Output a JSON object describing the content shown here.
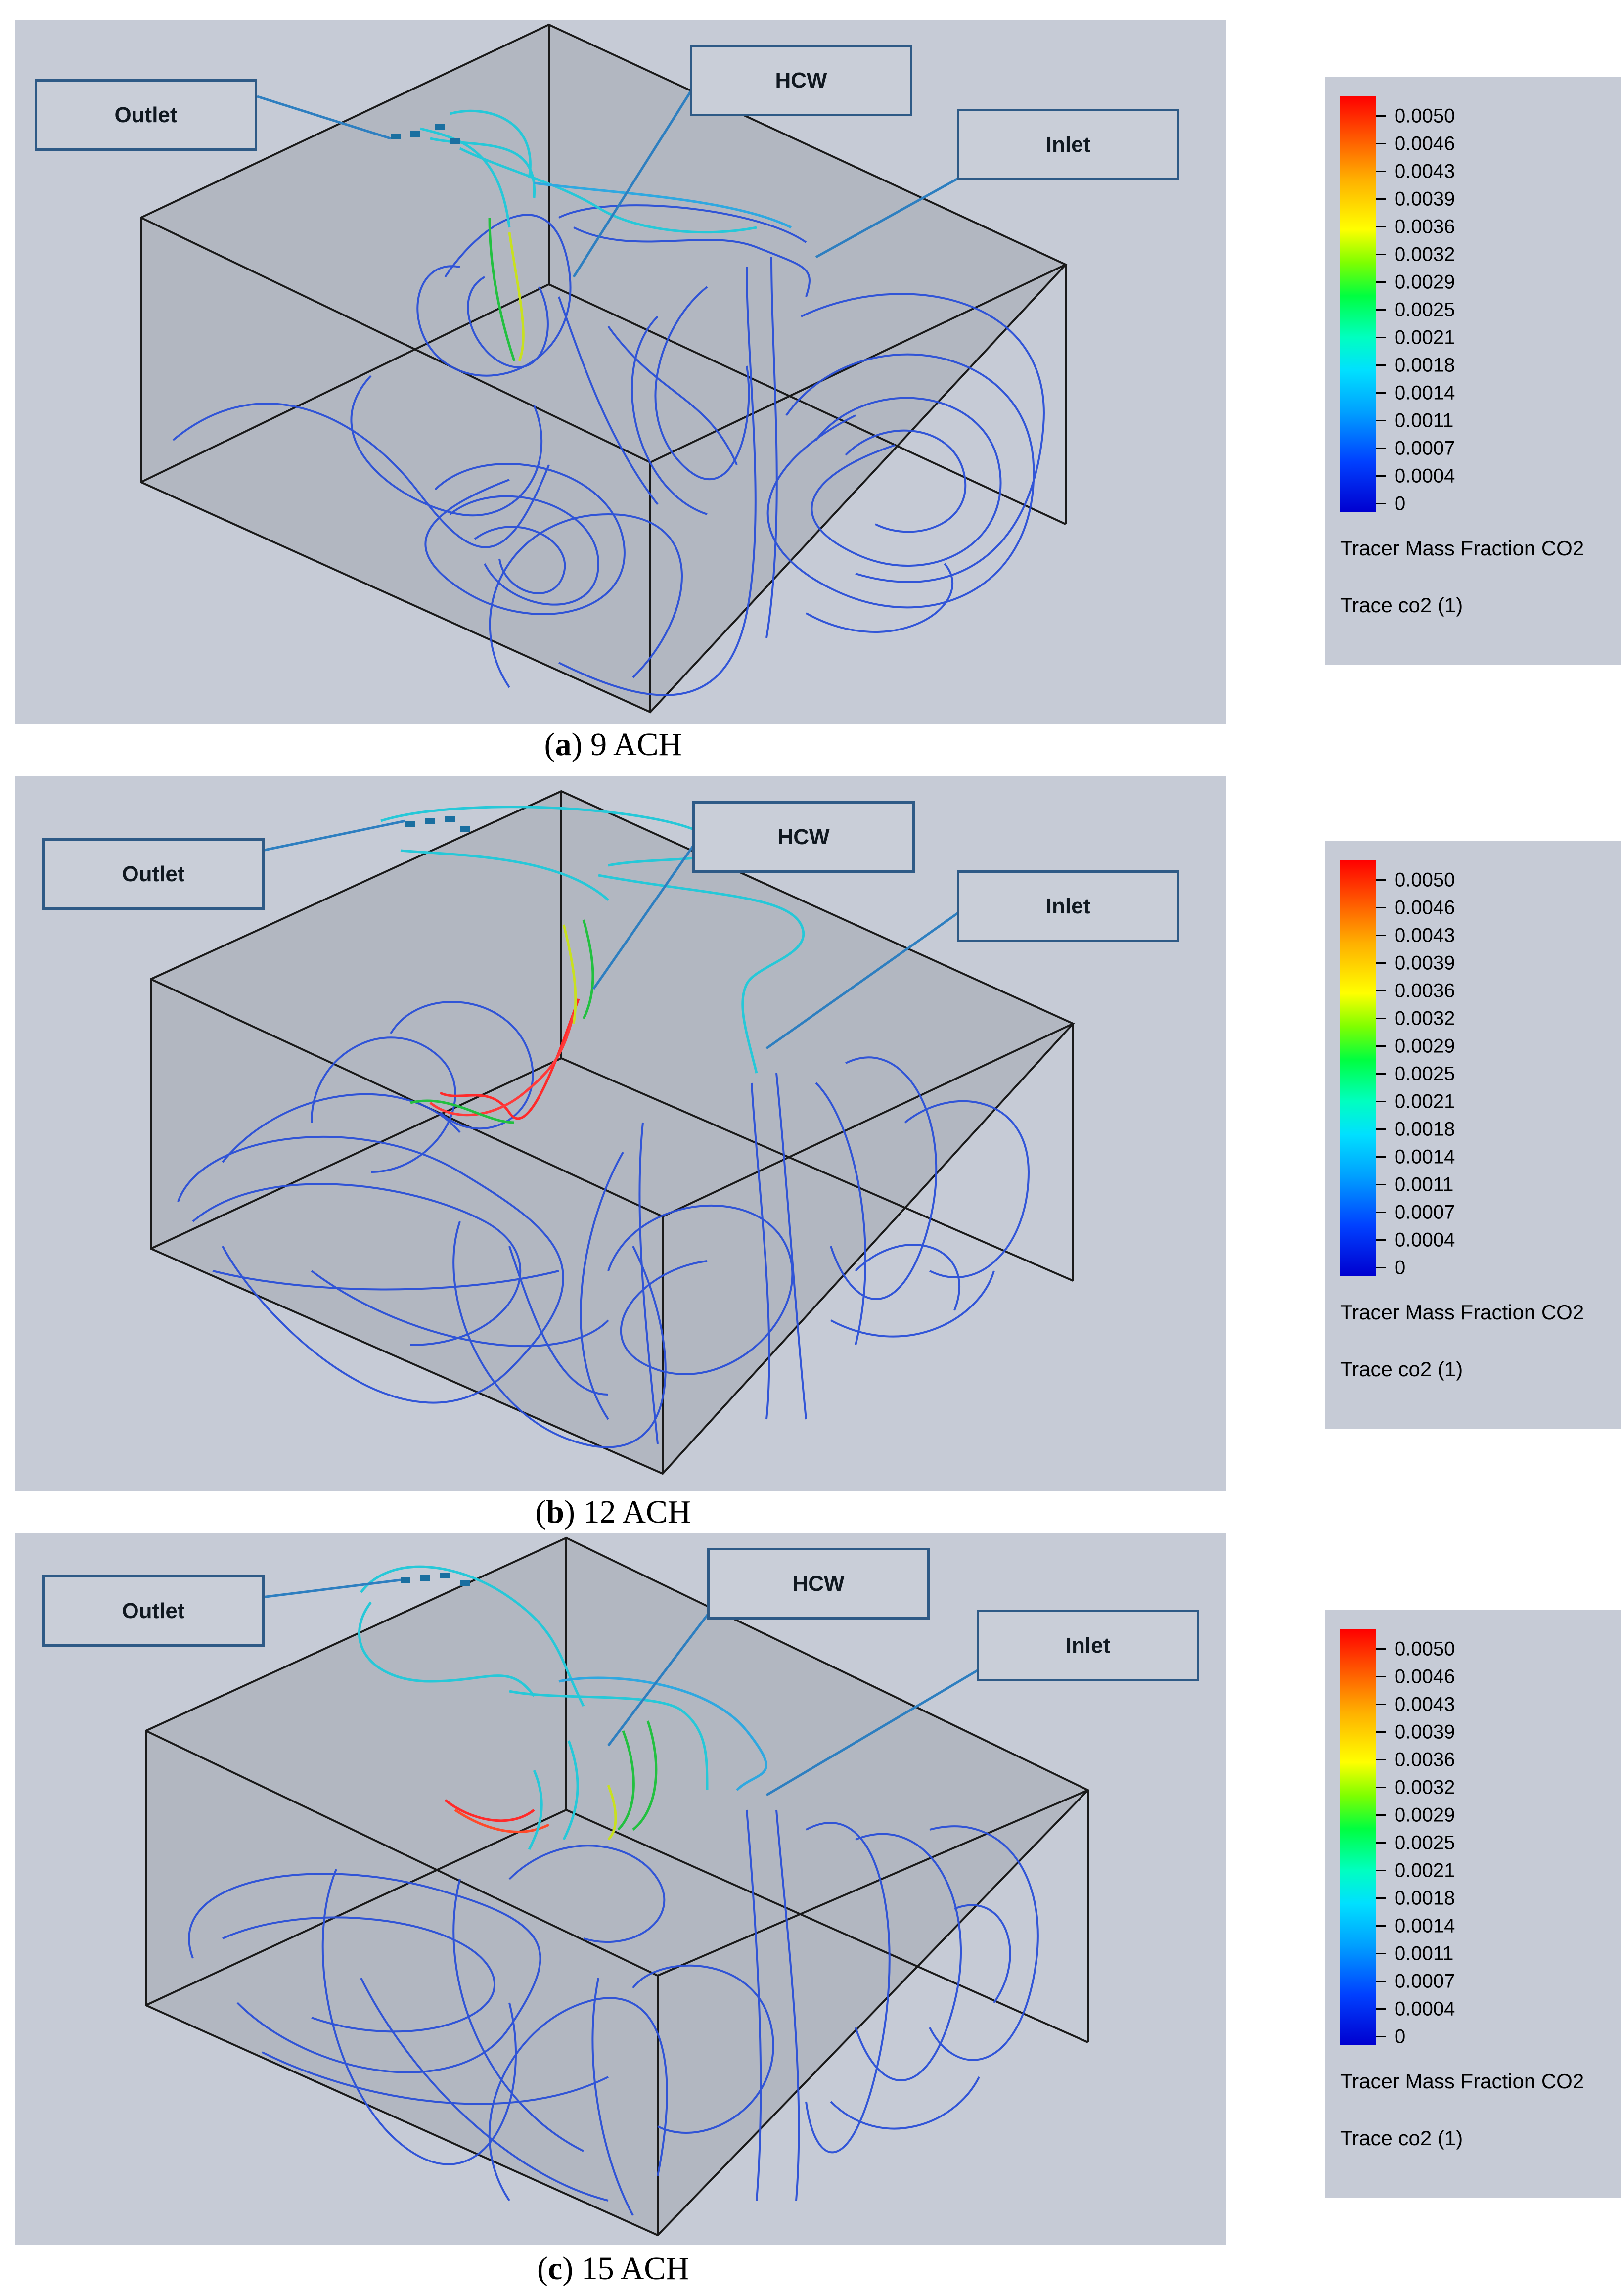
{
  "labels": {
    "outlet": "Outlet",
    "hcw": "HCW",
    "inlet": "Inlet"
  },
  "legend": {
    "ticks": [
      "0.0050",
      "0.0046",
      "0.0043",
      "0.0039",
      "0.0036",
      "0.0032",
      "0.0029",
      "0.0025",
      "0.0021",
      "0.0018",
      "0.0014",
      "0.0011",
      "0.0007",
      "0.0004",
      "0"
    ],
    "title": "Tracer Mass Fraction CO2",
    "trace": "Trace co2 (1)"
  },
  "panels": [
    {
      "letter": "a",
      "caption": " 9 ACH"
    },
    {
      "letter": "b",
      "caption": " 12 ACH"
    },
    {
      "letter": "c",
      "caption": " 15 ACH"
    }
  ],
  "colors": {
    "streamline": "#2a4fd8",
    "hot": "#ff2a2a",
    "warm": "#22c040",
    "cool": "#26c8d8",
    "box_edge": "#1a1a1a",
    "label_border": "#2e5a86"
  }
}
